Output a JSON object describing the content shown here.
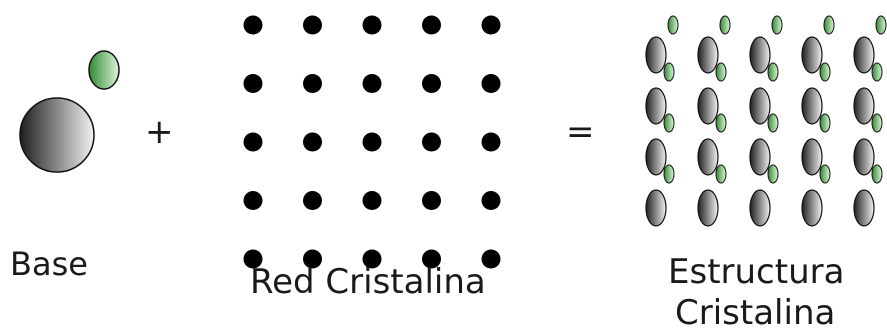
{
  "base": {
    "label": "Base"
  },
  "plus": "+",
  "lattice": {
    "label": "Red Cristalina",
    "rows": 5,
    "cols": 5
  },
  "equals": "=",
  "structure": {
    "label_line1": "Estructura",
    "label_line2": "Cristalina",
    "rows": 4,
    "cols": 5
  },
  "colors": {
    "basis_dark": "#1e1e1e",
    "basis_light": "#f2f2f2",
    "atom_green": "#3f9a3f",
    "atom_green_light": "#dff3dc",
    "lattice_point": "#000000",
    "text": "#1a1a1a"
  }
}
